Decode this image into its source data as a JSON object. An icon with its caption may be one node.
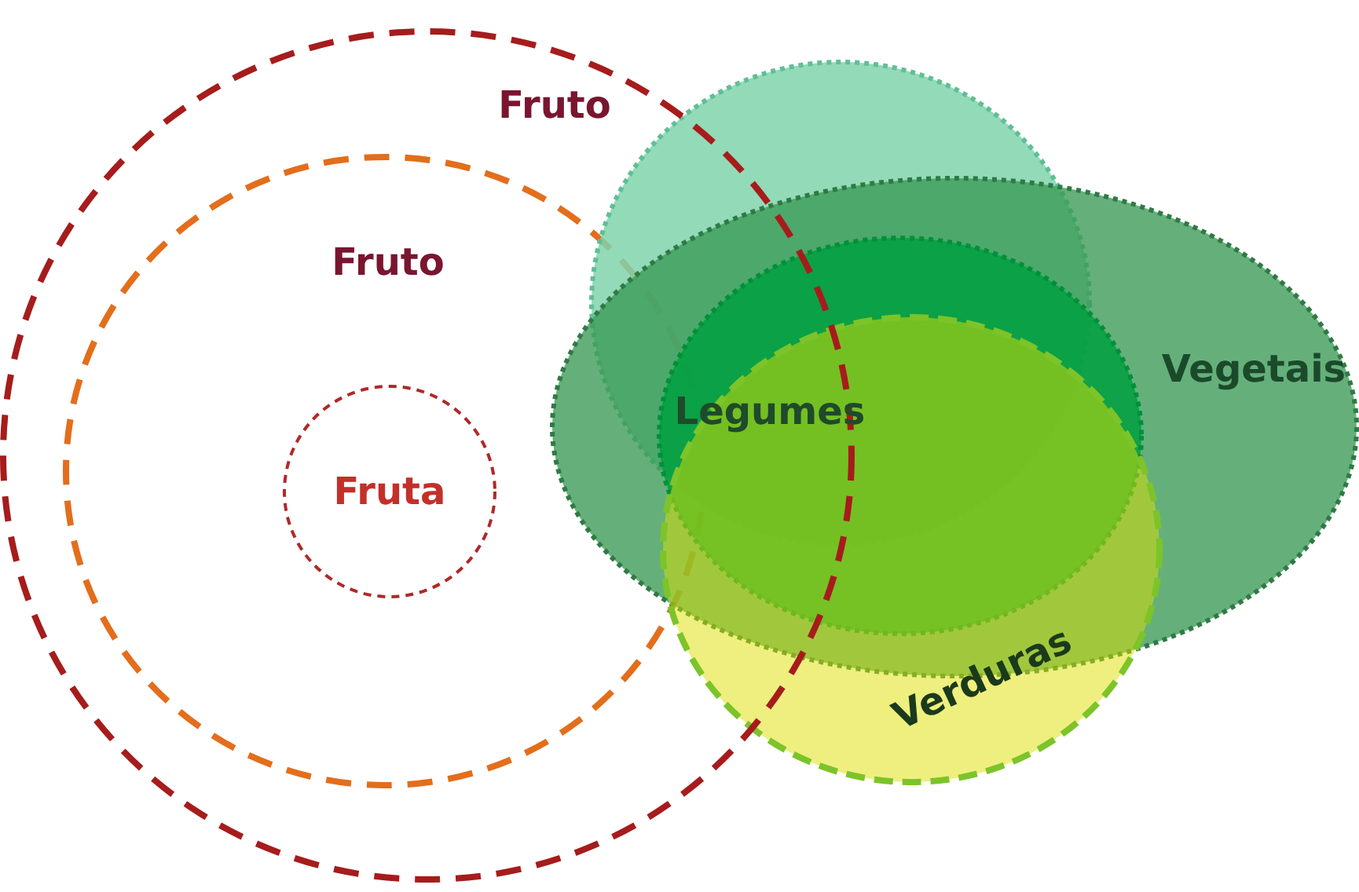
{
  "diagram": {
    "nodes": [
      {
        "text": [
          "Fruto"
        ]
      },
      {
        "text": [
          "Fruto"
        ],
        "in": 0
      },
      {
        "text": [
          "Fruta"
        ],
        "in": 1
      },
      {
        "text": [],
        "shape": "circle"
      },
      {
        "text": [
          "Vegetais"
        ]
      },
      {
        "text": [
          "Legumes"
        ],
        "in": 4
      },
      {
        "text": [
          "Verduras"
        ]
      }
    ],
    "edges": []
  }
}
